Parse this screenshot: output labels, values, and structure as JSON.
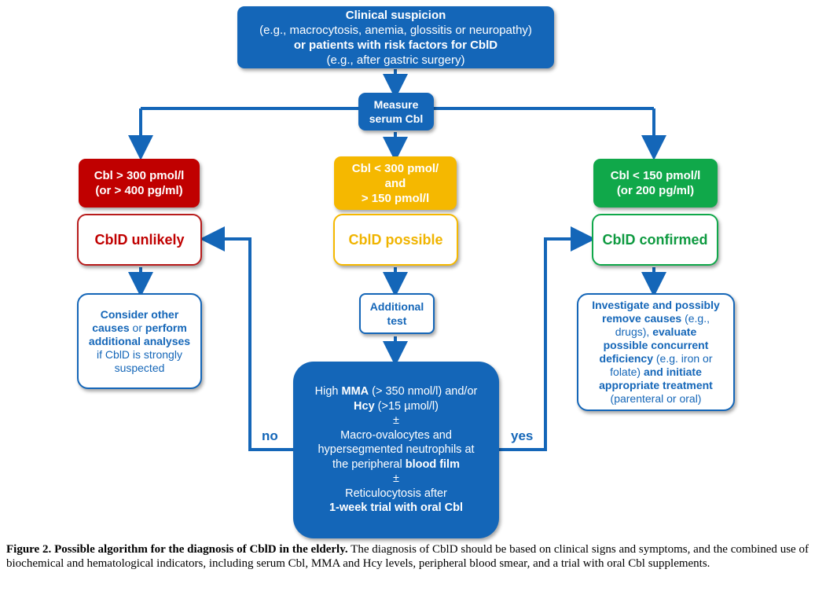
{
  "top": {
    "line1": "Clinical suspicion",
    "line2": "(e.g., macrocytosis, anemia, glossitis or neuropathy)",
    "line3": "or patients with risk factors for CblD",
    "line4": "(e.g., after gastric surgery)"
  },
  "measure": {
    "line1": "Measure",
    "line2": "serum Cbl"
  },
  "red_box": {
    "line1": "Cbl > 300 pmol/l",
    "line2": "(or > 400 pg/ml)"
  },
  "amber_box": {
    "line1": "Cbl <  300 pmol/",
    "line2": "and",
    "line3": "> 150 pmol/l"
  },
  "green_box": {
    "line1": "Cbl < 150 pmol/l",
    "line2": "(or 200 pg/ml)"
  },
  "unlikely": "CblD unlikely",
  "possible": "CblD possible",
  "confirmed": "CblD confirmed",
  "consider": {
    "l1": "Consider other",
    "l2a": "causes",
    "l2b": " or ",
    "l2c": "perform",
    "l3": "additional analyses",
    "l4": "if CblD is strongly",
    "l5": "suspected"
  },
  "additional": {
    "line1": "Additional",
    "line2": "test"
  },
  "investigate": {
    "l1": "Investigate and possibly",
    "l2a": "remove causes",
    "l2b": " (e.g.,",
    "l3a": "drugs), ",
    "l3b": "evaluate",
    "l4": "possible concurrent",
    "l5a": "deficiency",
    "l5b": " (e.g. iron or",
    "l6a": "folate) ",
    "l6b": "and initiate",
    "l7": "appropriate treatment",
    "l8": "(parenteral or oral)"
  },
  "criteria": {
    "l1a": "High ",
    "l1b": "MMA",
    "l1c": " (> 350 nmol/l) and/or",
    "l2a": "Hcy",
    "l2b": " (>15 µmol/l)",
    "pm1": "±",
    "l3": "Macro-ovalocytes and",
    "l4": "hypersegmented neutrophils at",
    "l5a": "the peripheral ",
    "l5b": "blood film",
    "pm2": "±",
    "l6": "Reticulocytosis after",
    "l7": "1-week trial with oral Cbl"
  },
  "labels": {
    "no": "no",
    "yes": "yes"
  },
  "caption": {
    "bold": "Figure 2. Possible algorithm for the diagnosis of CblD in the elderly.",
    "text": " The diagnosis of CblD should be based on clinical signs and symptoms, and the combined use of biochemical and hematological indicators, including serum Cbl, MMA and Hcy levels, peripheral blood smear, and a trial with oral Cbl supplements."
  },
  "colors": {
    "blue": "#1466b8",
    "red": "#c00000",
    "amber": "#f5b800",
    "green": "#10a84a"
  }
}
